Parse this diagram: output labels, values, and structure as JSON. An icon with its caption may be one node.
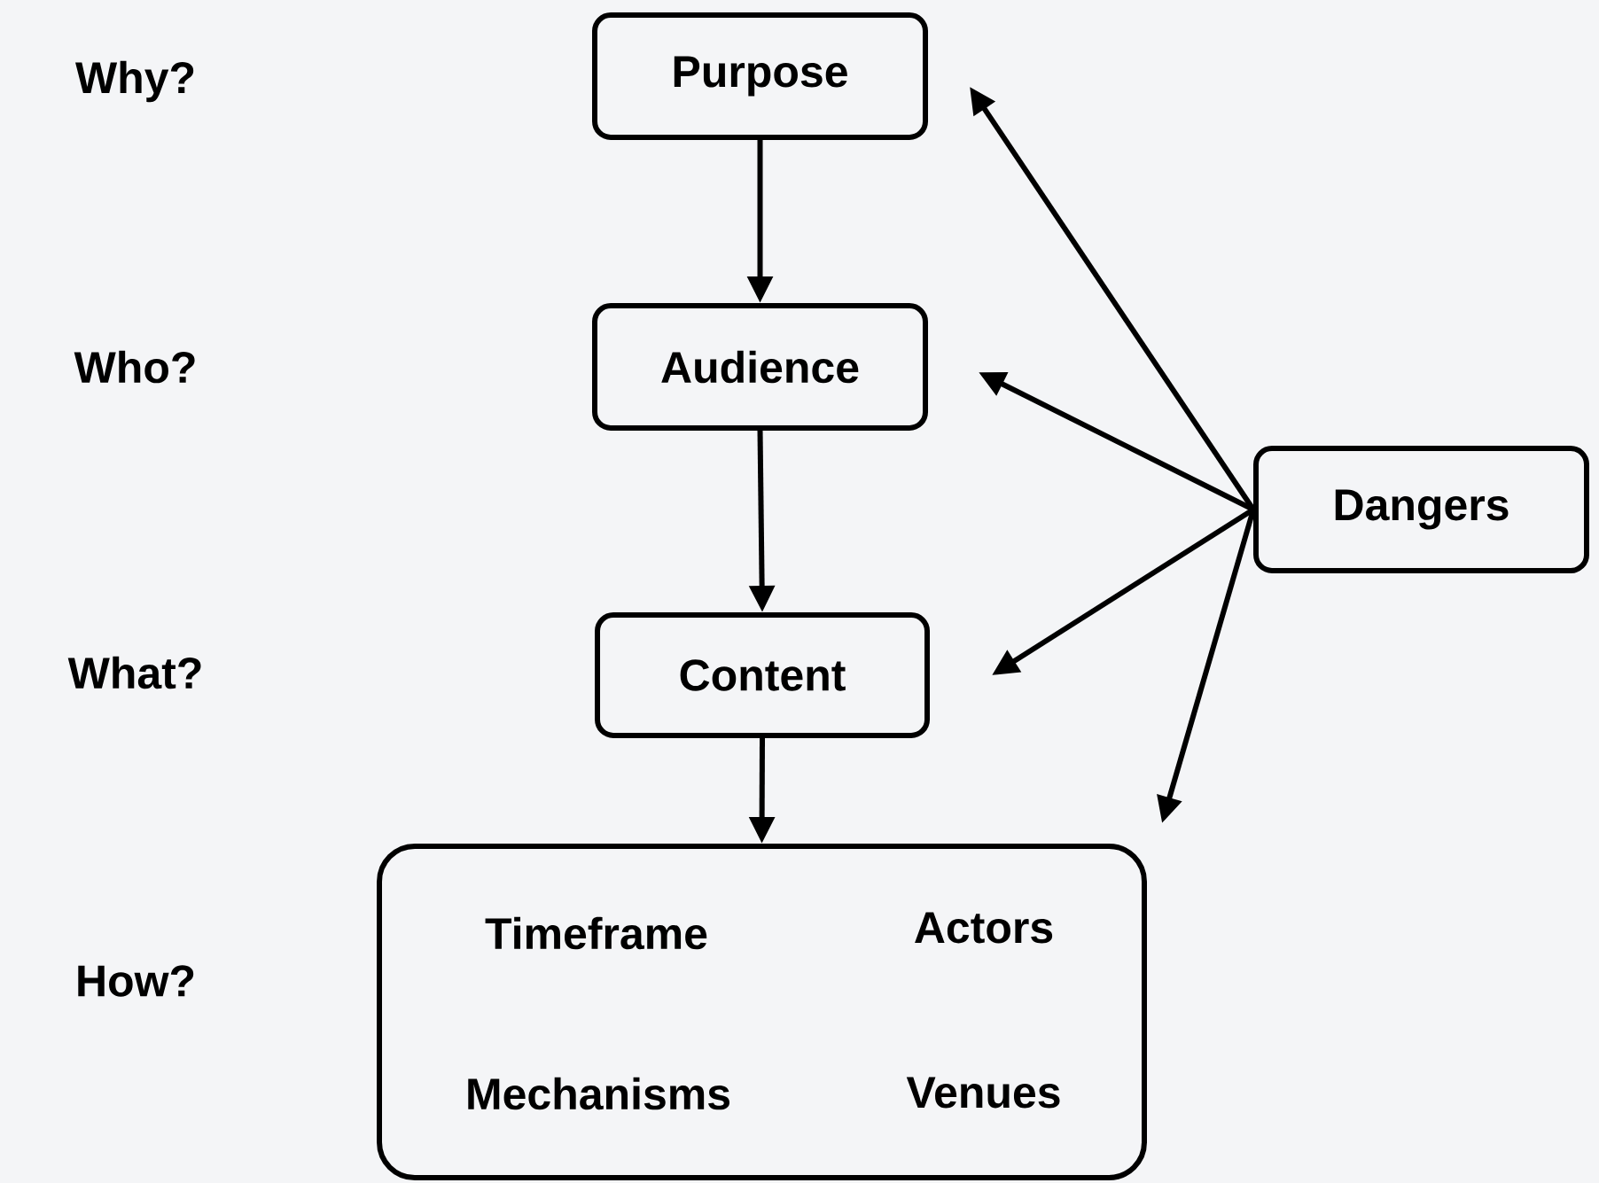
{
  "diagram": {
    "nodes": [
      {
        "text": [
          "Purpose"
        ]
      },
      {
        "text": [
          "Audience"
        ]
      },
      {
        "text": [
          "Content"
        ]
      },
      {
        "text": [
          "Timeframe",
          "Actors",
          "Mechanisms",
          "Venues"
        ]
      },
      {
        "text": [
          "Dangers"
        ]
      }
    ],
    "edges": [
      {
        "from": 0,
        "to": 1,
        "arrow": "to"
      },
      {
        "from": 1,
        "to": 2,
        "arrow": "to"
      },
      {
        "from": 2,
        "to": 3,
        "arrow": "to"
      },
      {
        "from": 4,
        "to": 0,
        "arrow": "to"
      },
      {
        "from": 4,
        "to": 1,
        "arrow": "to"
      },
      {
        "from": 4,
        "to": 2,
        "arrow": "to"
      },
      {
        "from": 4,
        "to": 3,
        "arrow": "to"
      }
    ],
    "labels": [
      "Why?",
      "Who?",
      "What?",
      "How?"
    ]
  }
}
